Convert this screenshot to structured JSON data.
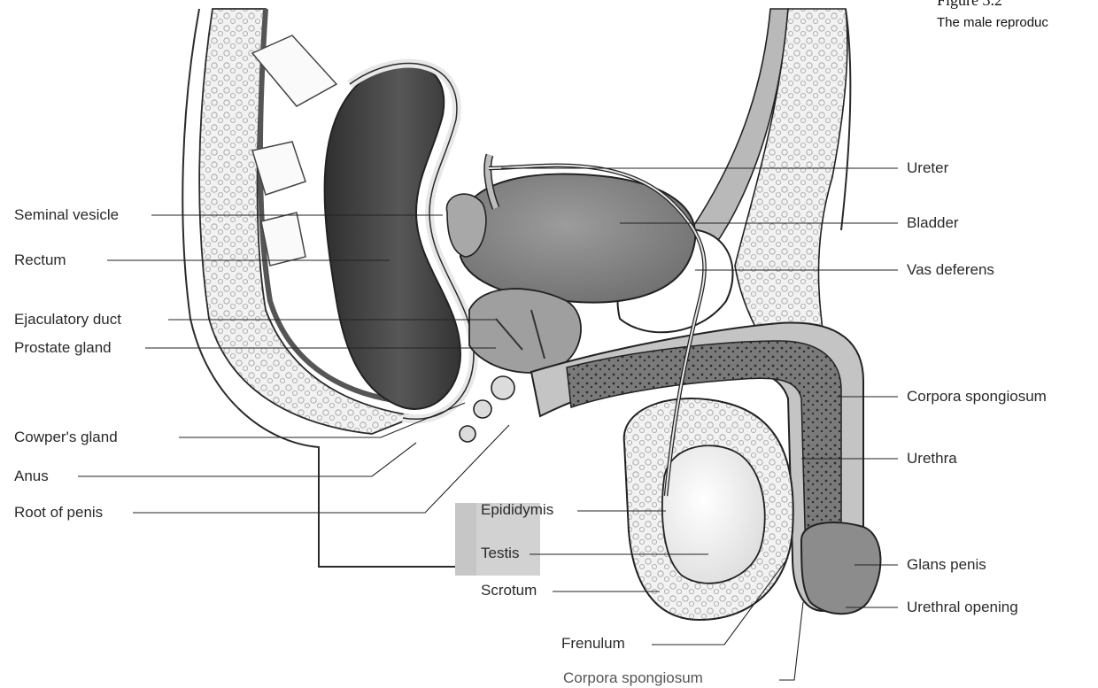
{
  "figure": {
    "number": "Figure 3.2",
    "caption": "The male reproduc"
  },
  "labels": {
    "seminal_vesicle": "Seminal vesicle",
    "rectum": "Rectum",
    "ejaculatory_duct": "Ejaculatory duct",
    "prostate_gland": "Prostate gland",
    "cowpers_gland": "Cowper's gland",
    "anus": "Anus",
    "root_of_penis": "Root of penis",
    "epididymis": "Epididymis",
    "testis": "Testis",
    "scrotum": "Scrotum",
    "frenulum": "Frenulum",
    "corpora_spongiosum_bottom": "Corpora spongiosum",
    "ureter": "Ureter",
    "bladder": "Bladder",
    "vas_deferens": "Vas deferens",
    "corpora_spongiosum_right": "Corpora spongiosum",
    "urethra": "Urethra",
    "glans_penis": "Glans penis",
    "urethral_opening": "Urethral opening"
  },
  "colors": {
    "tissue_light": "#efefef",
    "tissue_mid": "#c9c9c9",
    "tissue_dark": "#6a6a6a",
    "cavity_dark": "#3a3a3a",
    "outline": "#2b2b2b",
    "highlight_box": "#d2d2d2"
  }
}
